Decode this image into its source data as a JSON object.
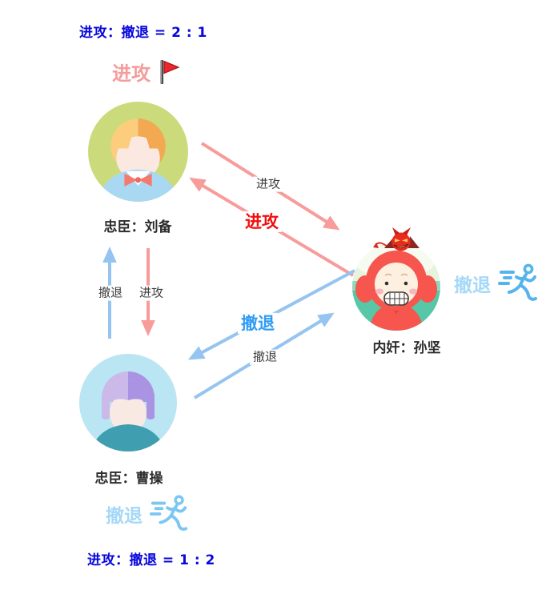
{
  "annotations": {
    "top_ratio": "进攻：撤退 = 2 : 1",
    "bottom_ratio": "进攻：撤退 = 1 : 2",
    "attack_title": {
      "label": "进攻",
      "icon": "red-flag-icon"
    },
    "retreat_right": {
      "label": "撤退",
      "icon": "runner-icon"
    },
    "retreat_bottom": {
      "label": "撤退",
      "icon": "runner-icon"
    }
  },
  "nodes": [
    {
      "id": "liubei",
      "label": "忠臣：刘备",
      "avatar": "blonde-boy-avatar"
    },
    {
      "id": "caocao",
      "label": "忠臣：曹操",
      "avatar": "purple-hair-avatar"
    },
    {
      "id": "sunjian",
      "label": "内奸：孙坚",
      "avatar": "red-hood-devil-avatar"
    }
  ],
  "edges": [
    {
      "from": "liubei",
      "to": "sunjian",
      "label": "进攻",
      "type": "attack",
      "emphasis": false
    },
    {
      "from": "sunjian",
      "to": "liubei",
      "label": "进攻",
      "type": "attack",
      "emphasis": true
    },
    {
      "from": "liubei",
      "to": "caocao",
      "label": "进攻",
      "type": "attack",
      "emphasis": false
    },
    {
      "from": "caocao",
      "to": "liubei",
      "label": "撤退",
      "type": "retreat",
      "emphasis": false
    },
    {
      "from": "sunjian",
      "to": "caocao",
      "label": "撤退",
      "type": "retreat",
      "emphasis": true
    },
    {
      "from": "caocao",
      "to": "sunjian",
      "label": "撤退",
      "type": "retreat",
      "emphasis": false
    }
  ],
  "colors": {
    "ratio_text": "#0707dd",
    "attack_arrow": "#f89b9b",
    "retreat_arrow": "#95c4f0",
    "attack_emphasis_text": "#f30d0d",
    "retreat_emphasis_text": "#2f9cf5",
    "attack_title_text": "#f59c9c",
    "retreat_label_text": "#a6d8f7",
    "edge_label_text": "#3d3d3d",
    "node_label_text": "#2d2d2d"
  }
}
